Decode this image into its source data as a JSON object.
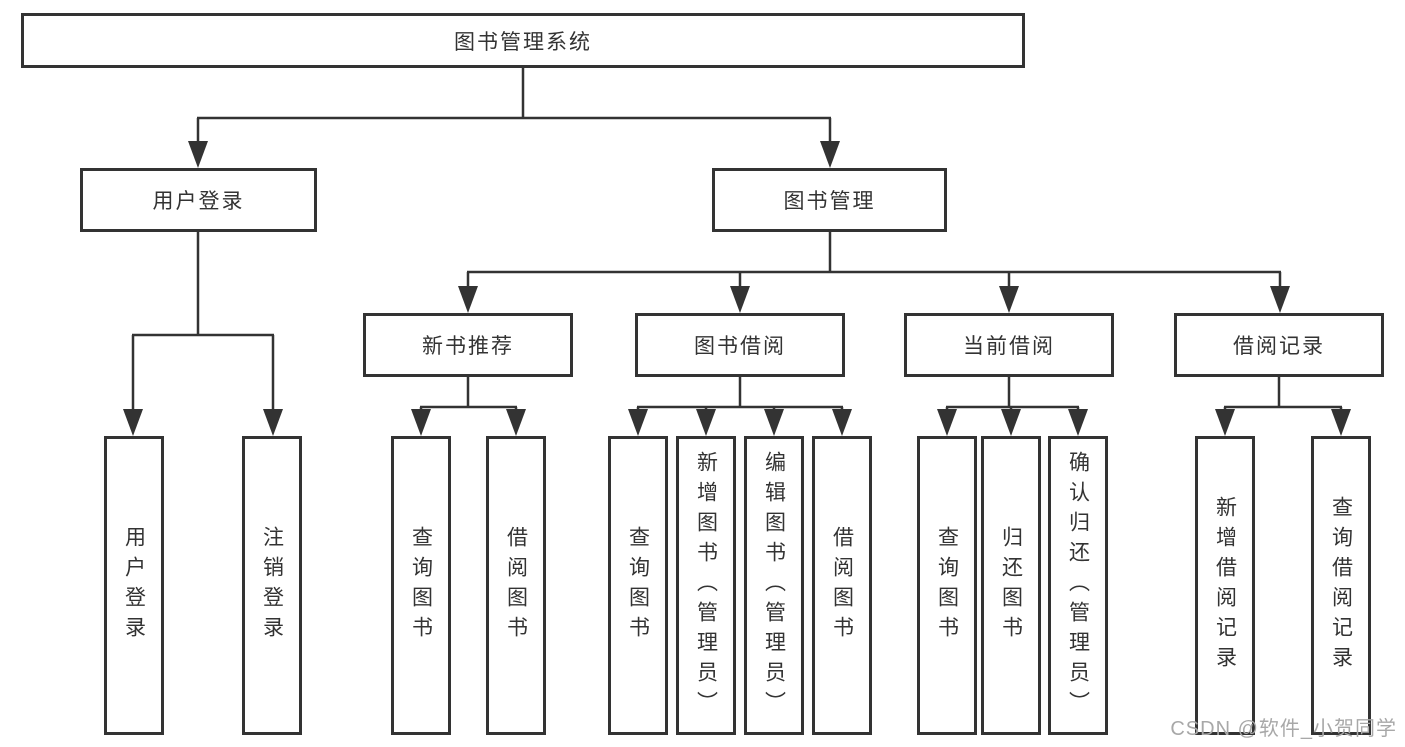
{
  "page": {
    "background": "#ffffff"
  },
  "colors": {
    "line": "#333333",
    "box_border": "#333333",
    "text": "#333333",
    "watermark": "#a8a8a8"
  },
  "watermark": {
    "text": "CSDN @软件_小贺同学"
  },
  "tree": {
    "root": {
      "label": "图书管理系统"
    },
    "level2": [
      {
        "label": "用户登录"
      },
      {
        "label": "图书管理"
      }
    ],
    "level3": [
      {
        "label": "新书推荐"
      },
      {
        "label": "图书借阅"
      },
      {
        "label": "当前借阅"
      },
      {
        "label": "借阅记录"
      }
    ],
    "leaves": [
      {
        "label": "用户登录"
      },
      {
        "label": "注销登录"
      },
      {
        "label": "查询图书"
      },
      {
        "label": "借阅图书"
      },
      {
        "label": "查询图书"
      },
      {
        "label": "新增图书（管理员）"
      },
      {
        "label": "编辑图书（管理员）"
      },
      {
        "label": "借阅图书"
      },
      {
        "label": "查询图书"
      },
      {
        "label": "归还图书"
      },
      {
        "label": "确认归还（管理员）"
      },
      {
        "label": "新增借阅记录"
      },
      {
        "label": "查询借阅记录"
      }
    ]
  }
}
